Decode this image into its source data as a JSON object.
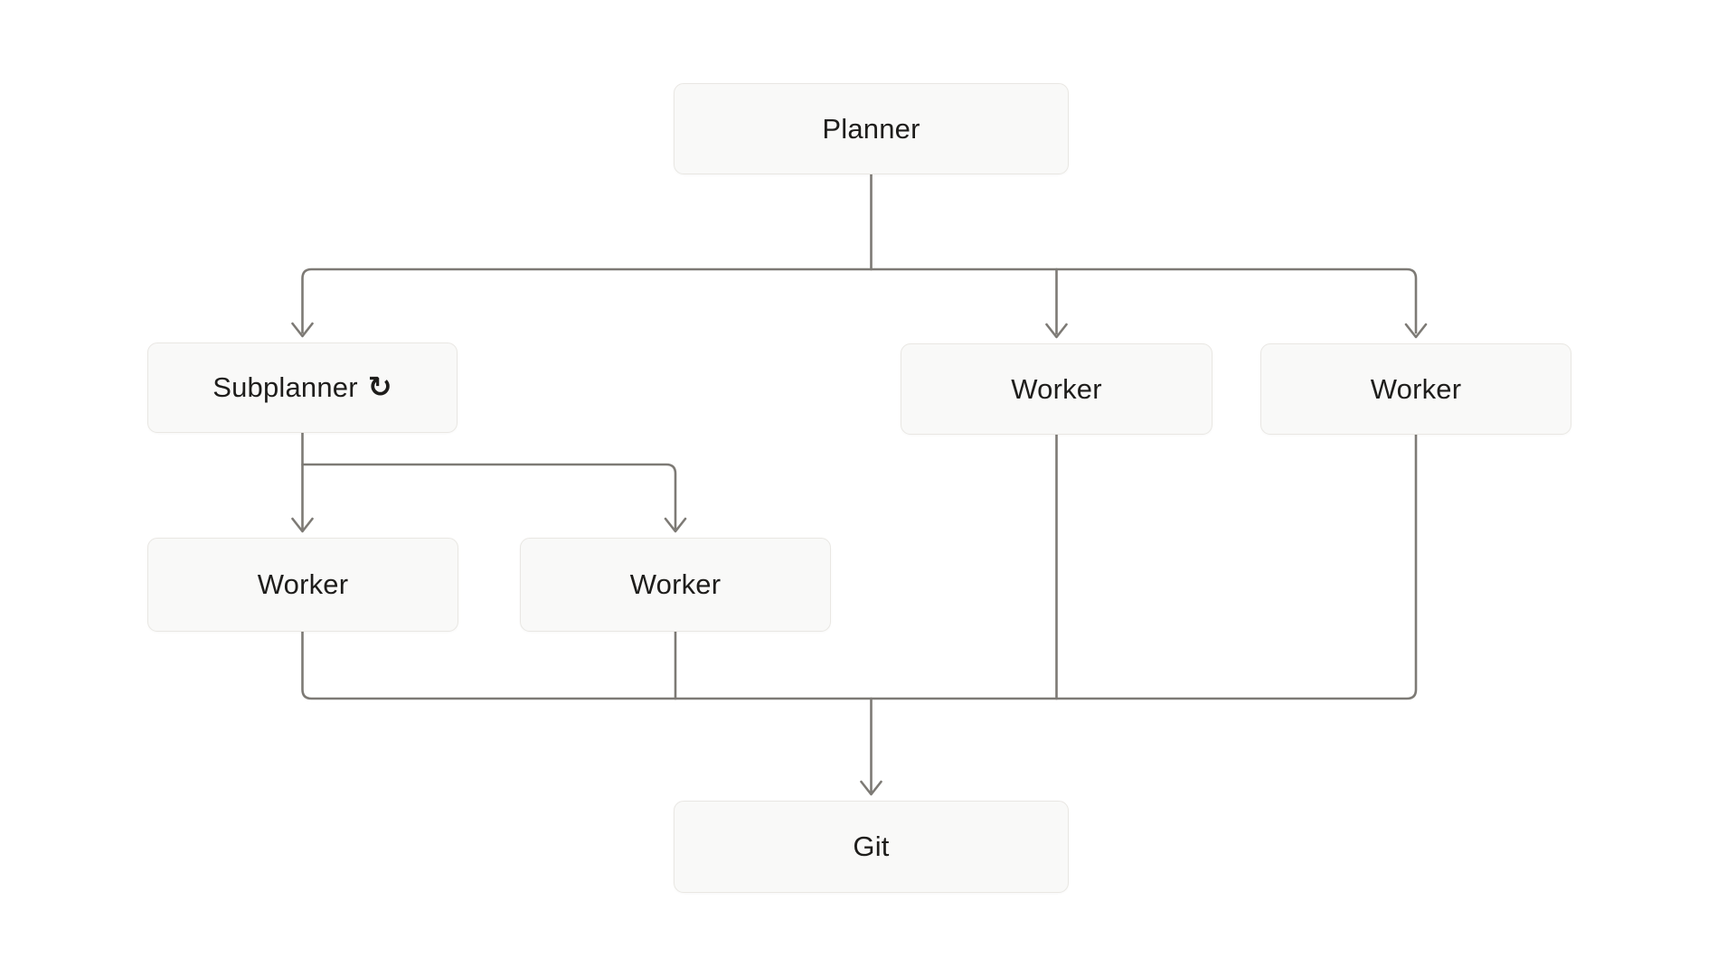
{
  "app": {
    "type": "flowchart-diagram",
    "background": "#ffffff"
  },
  "colors": {
    "edge": "#7d7a75",
    "node_fill": "#f9f9f8",
    "node_border": "#e9e7e3",
    "node_text": "#1e1d1b"
  },
  "diagram": {
    "nodes": [
      {
        "id": "planner",
        "label": "Planner"
      },
      {
        "id": "subplanner",
        "label": "Subplanner",
        "icon": "↻",
        "icon_name": "refresh-icon"
      },
      {
        "id": "worker-top-mid",
        "label": "Worker"
      },
      {
        "id": "worker-top-right",
        "label": "Worker"
      },
      {
        "id": "worker-bot-left",
        "label": "Worker"
      },
      {
        "id": "worker-bot-mid",
        "label": "Worker"
      },
      {
        "id": "git",
        "label": "Git"
      }
    ],
    "edges": [
      {
        "from": "planner",
        "to": "subplanner",
        "arrow": true
      },
      {
        "from": "planner",
        "to": "worker-top-mid",
        "arrow": true
      },
      {
        "from": "planner",
        "to": "worker-top-right",
        "arrow": true
      },
      {
        "from": "subplanner",
        "to": "worker-bot-left",
        "arrow": true
      },
      {
        "from": "subplanner",
        "to": "worker-bot-mid",
        "arrow": true
      },
      {
        "from": "worker-bot-left",
        "to": "git",
        "arrow": true
      },
      {
        "from": "worker-bot-mid",
        "to": "git",
        "arrow": true
      },
      {
        "from": "worker-top-mid",
        "to": "git",
        "arrow": true
      },
      {
        "from": "worker-top-right",
        "to": "git",
        "arrow": true
      }
    ]
  }
}
